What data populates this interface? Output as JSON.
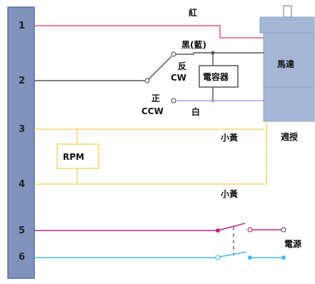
{
  "terminal_labels": [
    "1",
    "2",
    "3",
    "4",
    "5",
    "6"
  ],
  "labels": {
    "red_wire": "紅",
    "black_wire": "黑(藍)",
    "reverse": "反",
    "cw": "CW",
    "capacitor": "電容器",
    "forward": "正",
    "ccw": "CCW",
    "white_wire": "白",
    "motor": "馬達",
    "yellow_wire_top": "小黃",
    "yellow_wire_bottom": "小黃",
    "rpm": "RPM",
    "gearbox": "週授",
    "power": "電源"
  },
  "colors": {
    "terminal_block": "#7f93be",
    "terminal_border": "#5b6c95",
    "red": "#e05a74",
    "black": "#555555",
    "purple": "#b39ad8",
    "yellow": "#f2d671",
    "magenta": "#c02787",
    "blue": "#47b7f0",
    "motor": "#a4b8d5",
    "motor_dark": "#8ea3c2"
  }
}
